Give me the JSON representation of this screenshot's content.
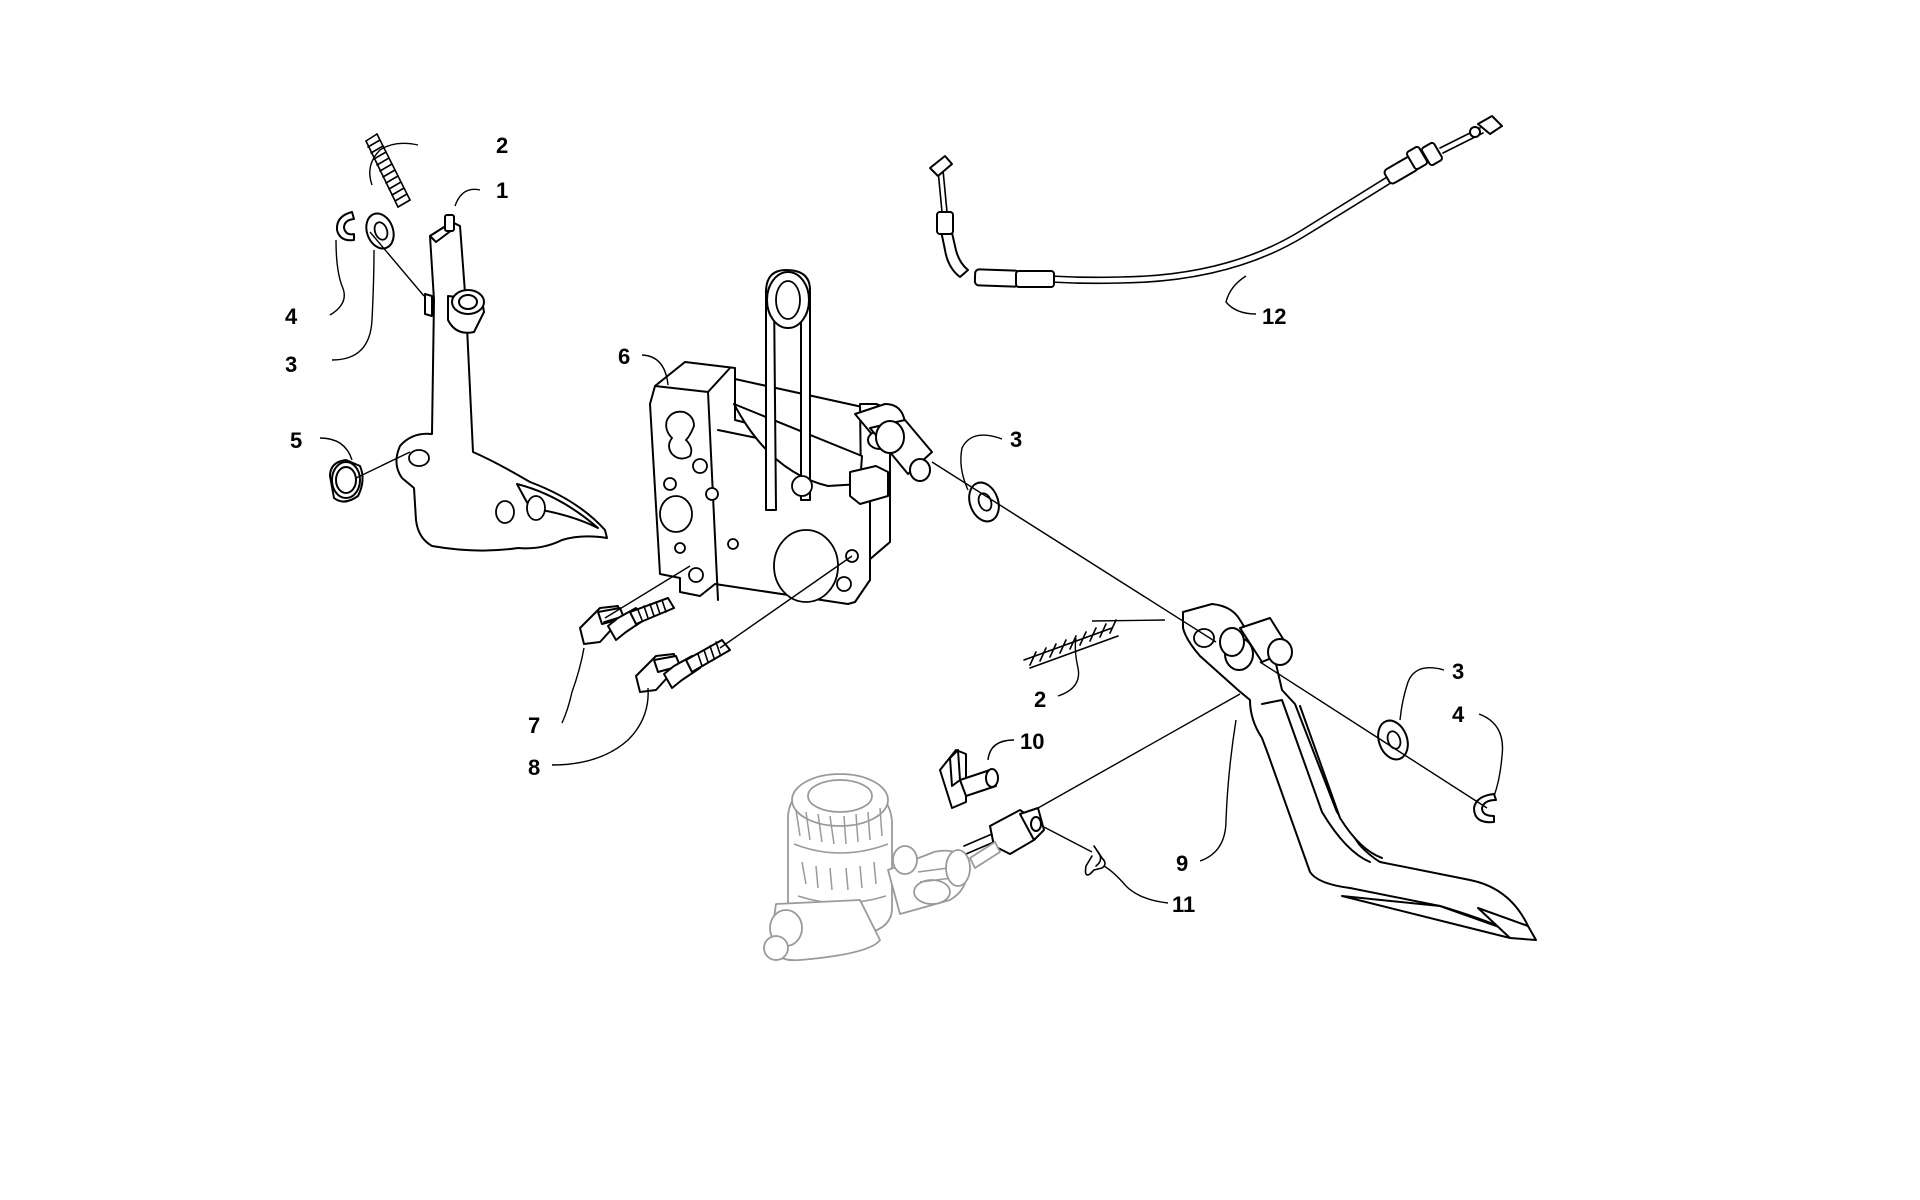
{
  "callouts": {
    "c1": "1",
    "c2a": "2",
    "c2b": "2",
    "c3a": "3",
    "c3b": "3",
    "c3c": "3",
    "c4a": "4",
    "c4b": "4",
    "c5": "5",
    "c6": "6",
    "c7": "7",
    "c8": "8",
    "c9": "9",
    "c10": "10",
    "c11": "11",
    "c12": "12"
  },
  "colors": {
    "line": "#000000",
    "ghost": "#9a9a9a",
    "background": "#ffffff"
  }
}
